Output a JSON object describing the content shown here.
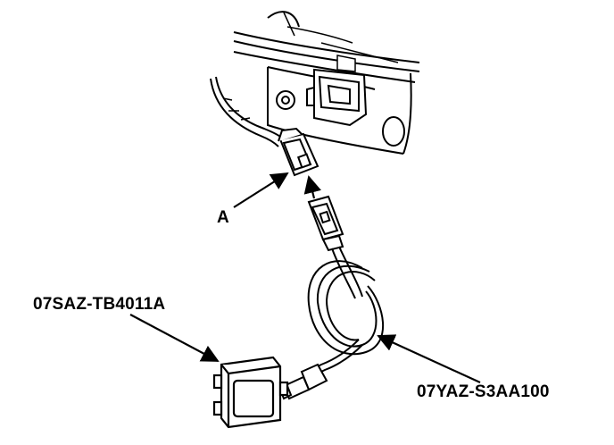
{
  "labels": {
    "a": "A",
    "tool_part": "07SAZ-TB4011A",
    "harness_part": "07YAZ-S3AA100"
  },
  "colors": {
    "ink": "#000000",
    "paper": "#ffffff"
  }
}
